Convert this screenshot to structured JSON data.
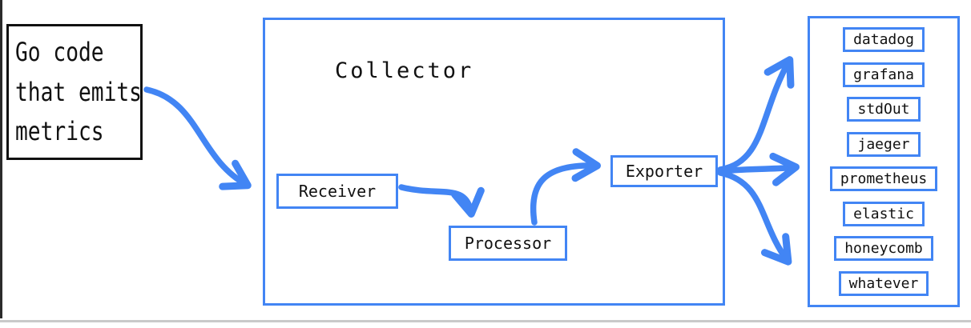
{
  "colors": {
    "accent": "#4285F4",
    "ink": "#111111",
    "edge_line": "#2b2b2b",
    "baseline": "#c9c9c9"
  },
  "source": {
    "lines": [
      "Go code",
      "that emits",
      "metrics"
    ]
  },
  "collector": {
    "title": "Collector",
    "receiver_label": "Receiver",
    "processor_label": "Processor",
    "exporter_label": "Exporter"
  },
  "destinations": [
    "datadog",
    "grafana",
    "stdOut",
    "jaeger",
    "prometheus",
    "elastic",
    "honeycomb",
    "whatever"
  ],
  "edges": [
    "source -> receiver",
    "receiver -> processor",
    "processor -> exporter",
    "exporter -> destinations-top",
    "exporter -> destinations-middle",
    "exporter -> destinations-bottom"
  ]
}
